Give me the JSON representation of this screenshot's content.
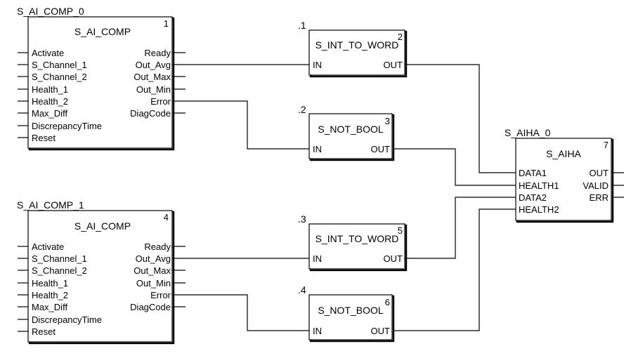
{
  "blocks": [
    {
      "instance": "S_AI_COMP_0",
      "type": "S_AI_COMP",
      "number": "1",
      "inputs": [
        "Activate",
        "S_Channel_1",
        "S_Channel_2",
        "Health_1",
        "Health_2",
        "Max_Diff",
        "DiscrepancyTime",
        "Reset"
      ],
      "outputs": [
        "Ready",
        "Out_Avg",
        "Out_Max",
        "Out_Min",
        "Error",
        "DiagCode"
      ]
    },
    {
      "instance": ".1",
      "type": "S_INT_TO_WORD",
      "number": "2",
      "inputs": [
        "IN"
      ],
      "outputs": [
        "OUT"
      ]
    },
    {
      "instance": ".2",
      "type": "S_NOT_BOOL",
      "number": "3",
      "inputs": [
        "IN"
      ],
      "outputs": [
        "OUT"
      ]
    },
    {
      "instance": "S_AI_COMP_1",
      "type": "S_AI_COMP",
      "number": "4",
      "inputs": [
        "Activate",
        "S_Channel_1",
        "S_Channel_2",
        "Health_1",
        "Health_2",
        "Max_Diff",
        "DiscrepancyTime",
        "Reset"
      ],
      "outputs": [
        "Ready",
        "Out_Avg",
        "Out_Max",
        "Out_Min",
        "Error",
        "DiagCode"
      ]
    },
    {
      "instance": ".3",
      "type": "S_INT_TO_WORD",
      "number": "5",
      "inputs": [
        "IN"
      ],
      "outputs": [
        "OUT"
      ]
    },
    {
      "instance": ".4",
      "type": "S_NOT_BOOL",
      "number": "6",
      "inputs": [
        "IN"
      ],
      "outputs": [
        "OUT"
      ]
    },
    {
      "instance": "S_AIHA_0",
      "type": "S_AIHA",
      "number": "7",
      "inputs": [
        "DATA1",
        "HEALTH1",
        "DATA2",
        "HEALTH2"
      ],
      "outputs": [
        "OUT",
        "VALID",
        "ERR"
      ]
    }
  ]
}
